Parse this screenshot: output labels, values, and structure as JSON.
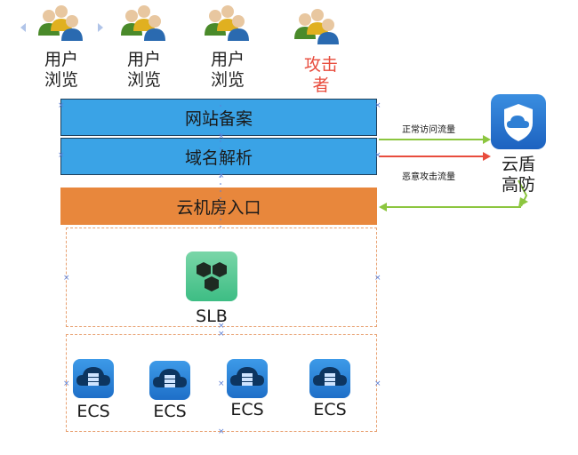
{
  "users": [
    {
      "label": "用户\n浏览",
      "color": "#222222"
    },
    {
      "label": "用户\n浏览",
      "color": "#222222"
    },
    {
      "label": "用户\n浏览",
      "color": "#222222"
    },
    {
      "label": "攻击\n者",
      "color": "#e84c3d"
    }
  ],
  "layers": {
    "website_filing": "网站备案",
    "domain_resolution": "域名解析",
    "cloud_room_entry": "云机房入口"
  },
  "traffic": {
    "normal": "正常访问流量",
    "malicious": "恶意攻击流量"
  },
  "anti_ddos": {
    "label": "云盾\n高防",
    "icon": "shield-cloud-icon"
  },
  "slb": {
    "label": "SLB",
    "icon": "slb-icon"
  },
  "ecs": [
    {
      "label": "ECS"
    },
    {
      "label": "ECS"
    },
    {
      "label": "ECS"
    },
    {
      "label": "ECS"
    }
  ],
  "colors": {
    "bar_blue": "#3aa3e6",
    "bar_orange": "#e8873c",
    "normal_arrow": "#8cc63f",
    "malicious_arrow": "#e84c3d",
    "attacker_text": "#e84c3d"
  }
}
